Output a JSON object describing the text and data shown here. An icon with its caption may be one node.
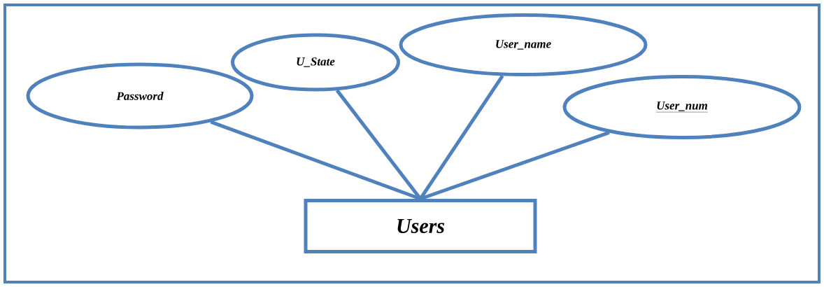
{
  "diagram": {
    "nodes": [
      {
        "text": [
          "Password"
        ]
      },
      {
        "text": [
          "U_State"
        ]
      },
      {
        "text": [
          "User_name"
        ]
      },
      {
        "text": [
          "User_num"
        ]
      },
      {
        "text": [
          "Users"
        ]
      }
    ],
    "edges": [
      {
        "from": 4,
        "to": 0,
        "arrow": "none"
      },
      {
        "from": 4,
        "to": 1,
        "arrow": "none"
      },
      {
        "from": 4,
        "to": 2,
        "arrow": "none"
      },
      {
        "from": 4,
        "to": 3,
        "arrow": "none"
      }
    ]
  }
}
